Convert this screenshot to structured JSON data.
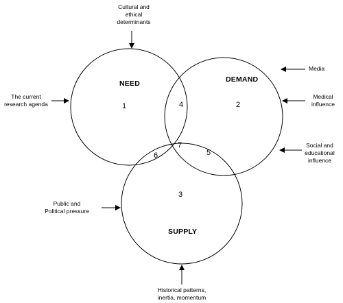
{
  "circles": {
    "need": "NEED",
    "demand": "DEMAND",
    "supply": "SUPPLY"
  },
  "regions": {
    "need_only": "1",
    "demand_only": "2",
    "supply_only": "3",
    "need_demand": "4",
    "demand_supply": "5",
    "need_supply": "6",
    "all_three": "7"
  },
  "influences": {
    "cultural": "Cultural and\nethical\ndeterminants",
    "research": "The current\nresearch agenda",
    "media": "Media",
    "medical": "Medical\ninfluence",
    "social": "Social and\neducational\ninfluence",
    "public": "Public and\nPolitical pressure",
    "historical": "Historical patterns,\ninertia, momentum"
  }
}
